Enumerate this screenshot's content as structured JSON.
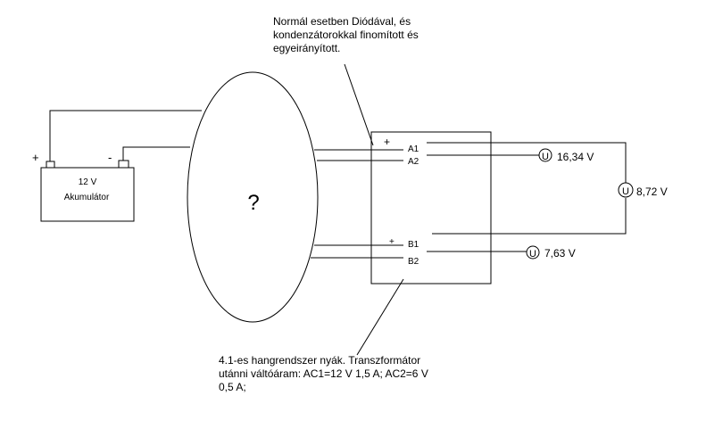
{
  "annotations": {
    "top_note": "Normál esetben Diódával, és\nkondenzátorokkal finomított és\negyeirányított.",
    "bottom_note": "4.1-es  hangrendszer nyák. Transzformátor\nutánni váltóáram: AC1=12 V 1,5 A; AC2=6 V\n0,5 A;"
  },
  "battery": {
    "voltage": "12 V",
    "name": "Akumulátor",
    "plus": "+",
    "minus": "-"
  },
  "unknown_block": {
    "label": "?"
  },
  "board": {
    "plus_a": "+",
    "plus_b": "+",
    "a1": "A1",
    "a2": "A2",
    "b1": "B1",
    "b2": "B2"
  },
  "meters": {
    "symbol": "U",
    "a_voltage": "16,34 V",
    "total_voltage": "8,72 V",
    "b_voltage": "7,63 V"
  }
}
